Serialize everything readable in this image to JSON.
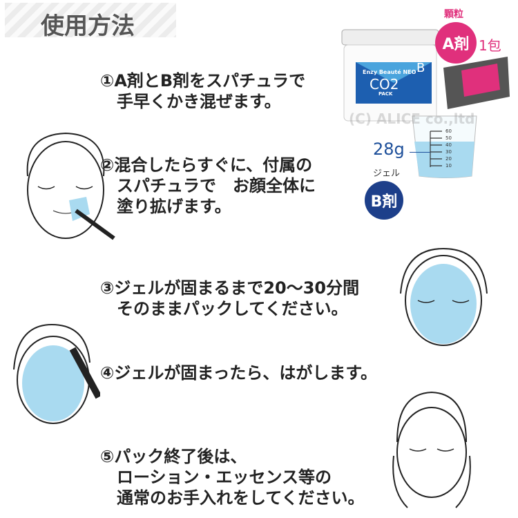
{
  "header": {
    "title": "使用方法"
  },
  "steps": [
    {
      "lines": [
        "①A剤とB剤をスパチュラで",
        "　手早くかき混ぜます。"
      ]
    },
    {
      "lines": [
        "②混合したらすぐに、付属の",
        "スパチュラで　お顔全体に",
        "塗り拡げます。"
      ]
    },
    {
      "lines": [
        "③ジェルが固まるまで20〜30分間",
        "そのままパックしてください。"
      ]
    },
    {
      "lines": [
        "④ジェルが固まったら、はがします。"
      ]
    },
    {
      "lines": [
        "⑤パック終了後は、",
        "ローション・エッセンス等の",
        "通常のお手入れをしてください。"
      ]
    }
  ],
  "product": {
    "a_caption": "顆粒",
    "a_label": "A剤",
    "a_qty": "1包",
    "b_caption": "ジェル",
    "b_label": "B剤",
    "amount": "28g",
    "jar_brand": "Enzy Beauté NEO",
    "jar_name": "CO2",
    "jar_sub": "PACK",
    "jar_letter": "B",
    "beaker_ticks": [
      "60",
      "50",
      "40",
      "30",
      "20",
      "10"
    ],
    "watermark": "(C) ALICE co.,ltd",
    "colors": {
      "a_badge": "#e0307c",
      "b_badge": "#1d3f8a",
      "gel": "#a9daf0",
      "text_blue": "#1d4f9a"
    }
  }
}
